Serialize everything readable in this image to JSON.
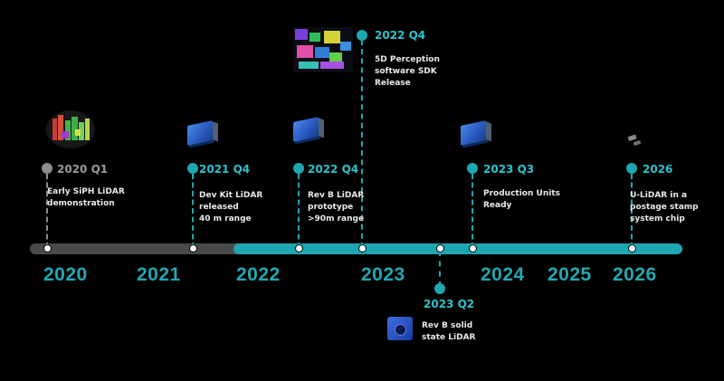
{
  "timeline": {
    "years": [
      "2020",
      "2021",
      "2022",
      "2023",
      "2024",
      "2025",
      "2026"
    ],
    "milestones": [
      {
        "label": "2020 Q1",
        "lines": [
          "Early SiPH LiDAR",
          "demonstration"
        ]
      },
      {
        "label": "2021 Q4",
        "lines": [
          "Dev Kit LiDAR",
          "released",
          "40 m range"
        ]
      },
      {
        "label": "2022 Q4",
        "lines": [
          "Rev B LiDAR",
          "prototype",
          ">90m range"
        ]
      },
      {
        "label": "2022 Q4",
        "lines": [
          "5D Perception",
          "software SDK",
          "Release"
        ]
      },
      {
        "label": "2023 Q2",
        "lines": [
          "Rev B solid",
          "state LiDAR"
        ]
      },
      {
        "label": "2023 Q3",
        "lines": [
          "Production Units",
          "Ready"
        ]
      },
      {
        "label": "2026",
        "lines": [
          "U-LiDAR in a",
          "postage stamp",
          "system chip"
        ]
      }
    ]
  },
  "colors": {
    "teal": "#1fa7b0",
    "label_teal": "#2cc3cc",
    "gray": "#8d8d8d",
    "background": "#000000"
  }
}
